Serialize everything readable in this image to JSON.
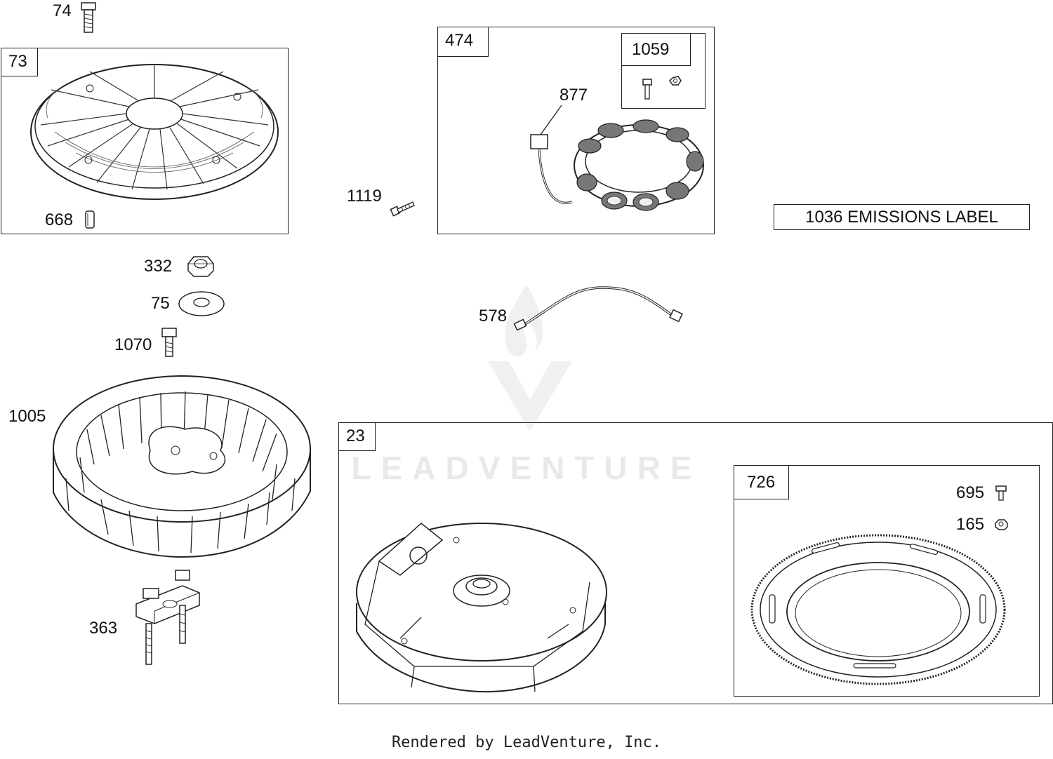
{
  "callouts": {
    "p74": "74",
    "p73": "73",
    "p668": "668",
    "p1119": "1119",
    "p474": "474",
    "p1059": "1059",
    "p877": "877",
    "p332": "332",
    "p75": "75",
    "p1070": "1070",
    "p578": "578",
    "p1005": "1005",
    "p363": "363",
    "p23": "23",
    "p726": "726",
    "p695": "695",
    "p165": "165"
  },
  "emissions_label": "1036 EMISSIONS LABEL",
  "watermark": "LEADVENTURE",
  "footer": "Rendered by LeadVenture, Inc."
}
